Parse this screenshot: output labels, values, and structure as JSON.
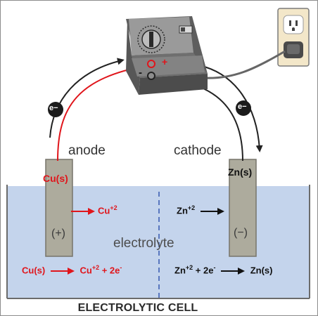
{
  "labels": {
    "anode": "anode",
    "cathode": "cathode",
    "electrolyte": "electrolyte",
    "title": "ELECTROLYTIC CELL",
    "anode_electrode": "Cu(s)",
    "cathode_electrode": "Zn(s)",
    "anode_terminal": "(+)",
    "cathode_terminal": "(−)",
    "electron_left": "e−",
    "electron_right": "e−",
    "supply_plus": "+",
    "supply_minus": "-"
  },
  "ions": {
    "cu_ion": "Cu",
    "cu_ion_charge": "+2",
    "zn_ion": "Zn",
    "zn_ion_charge": "+2"
  },
  "reactions": {
    "anode_left": "Cu(s)",
    "anode_right": "Cu",
    "anode_right_charge": "+2",
    "anode_right_tail": " + 2e",
    "anode_right_tail_sup": "-",
    "cathode_left": "Zn",
    "cathode_left_charge": "+2",
    "cathode_left_tail": " + 2e",
    "cathode_left_tail_sup": "-",
    "cathode_right": "Zn(s)"
  },
  "colors": {
    "oxidation": "#e0151b",
    "electrolyte": "#c4d4ec",
    "electrode": "#adab9d",
    "power_supply": "#6f6f6f"
  },
  "icons": [
    "power-supply-icon",
    "wall-outlet-icon",
    "plug-icon",
    "dial-knob-icon",
    "switch-icon"
  ]
}
